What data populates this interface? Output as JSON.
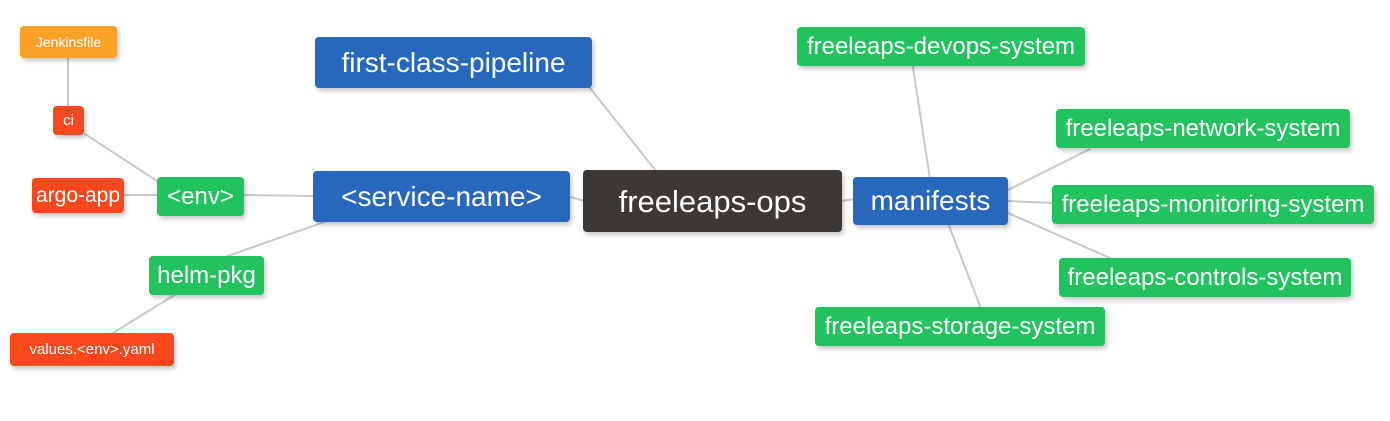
{
  "diagram": {
    "title": "freeleaps-ops repository mind map",
    "background": "#ffffff",
    "edge_color": "#c9c9c9",
    "palette": {
      "root": "#3c3835",
      "blue": "#2767bc",
      "green": "#22c35e",
      "red": "#f9481d",
      "orange": "#fba127"
    }
  },
  "nodes": {
    "root": "freeleaps-ops",
    "service_name": "<service-name>",
    "first_class_pipeline": "first-class-pipeline",
    "manifests": "manifests",
    "env": "<env>",
    "ci": "ci",
    "jenkinsfile": "Jenkinsfile",
    "argo_app": "argo-app",
    "helm_pkg": "helm-pkg",
    "values_yaml": "values.<env>.yaml",
    "devops_system": "freeleaps-devops-system",
    "network_system": "freeleaps-network-system",
    "monitoring_system": "freeleaps-monitoring-system",
    "controls_system": "freeleaps-controls-system",
    "storage_system": "freeleaps-storage-system"
  },
  "edges": [
    {
      "from": "root",
      "to": "service_name"
    },
    {
      "from": "root",
      "to": "first_class_pipeline"
    },
    {
      "from": "root",
      "to": "manifests"
    },
    {
      "from": "service_name",
      "to": "env"
    },
    {
      "from": "service_name",
      "to": "helm_pkg"
    },
    {
      "from": "env",
      "to": "ci"
    },
    {
      "from": "env",
      "to": "argo_app"
    },
    {
      "from": "ci",
      "to": "jenkinsfile"
    },
    {
      "from": "helm_pkg",
      "to": "values_yaml"
    },
    {
      "from": "manifests",
      "to": "devops_system"
    },
    {
      "from": "manifests",
      "to": "network_system"
    },
    {
      "from": "manifests",
      "to": "monitoring_system"
    },
    {
      "from": "manifests",
      "to": "controls_system"
    },
    {
      "from": "manifests",
      "to": "storage_system"
    }
  ]
}
